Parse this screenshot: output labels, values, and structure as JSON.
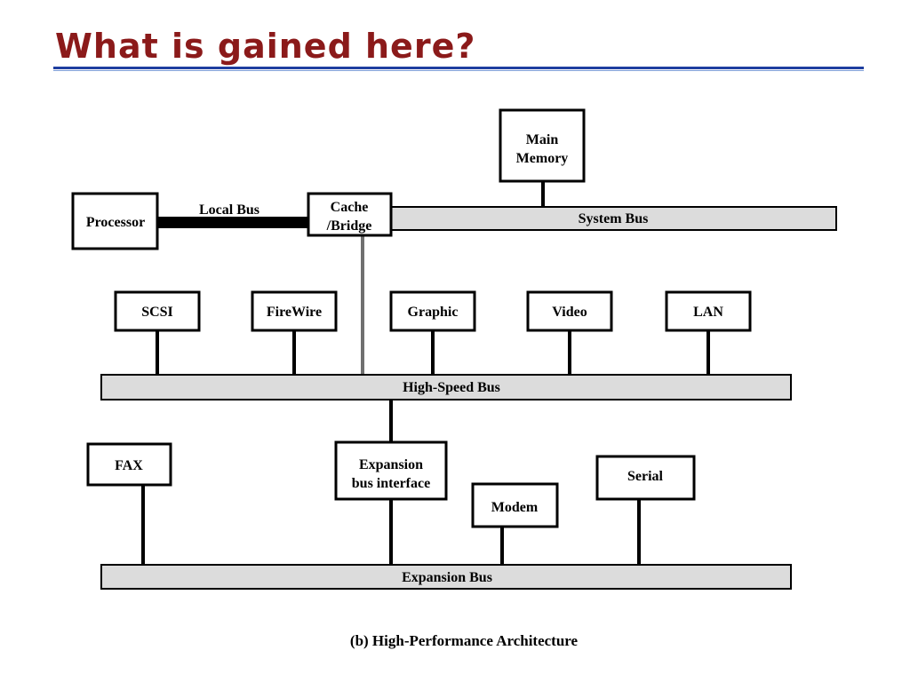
{
  "slide": {
    "title": "What is gained here?"
  },
  "diagram": {
    "caption": "(b) High-Performance Architecture",
    "nodes": {
      "processor": "Processor",
      "cache_bridge_line1": "Cache",
      "cache_bridge_line2": "/Bridge",
      "main_memory_line1": "Main",
      "main_memory_line2": "Memory",
      "scsi": "SCSI",
      "firewire": "FireWire",
      "graphic": "Graphic",
      "video": "Video",
      "lan": "LAN",
      "fax": "FAX",
      "expansion_interface_line1": "Expansion",
      "expansion_interface_line2": "bus interface",
      "modem": "Modem",
      "serial": "Serial"
    },
    "buses": {
      "local": "Local Bus",
      "system": "System Bus",
      "high_speed": "High-Speed Bus",
      "expansion": "Expansion Bus"
    },
    "colors": {
      "bus_fill": "#dcdcdc",
      "cache_link": "#707070",
      "title": "#8b1a1a",
      "title_rule": "#1f3fa0"
    }
  }
}
